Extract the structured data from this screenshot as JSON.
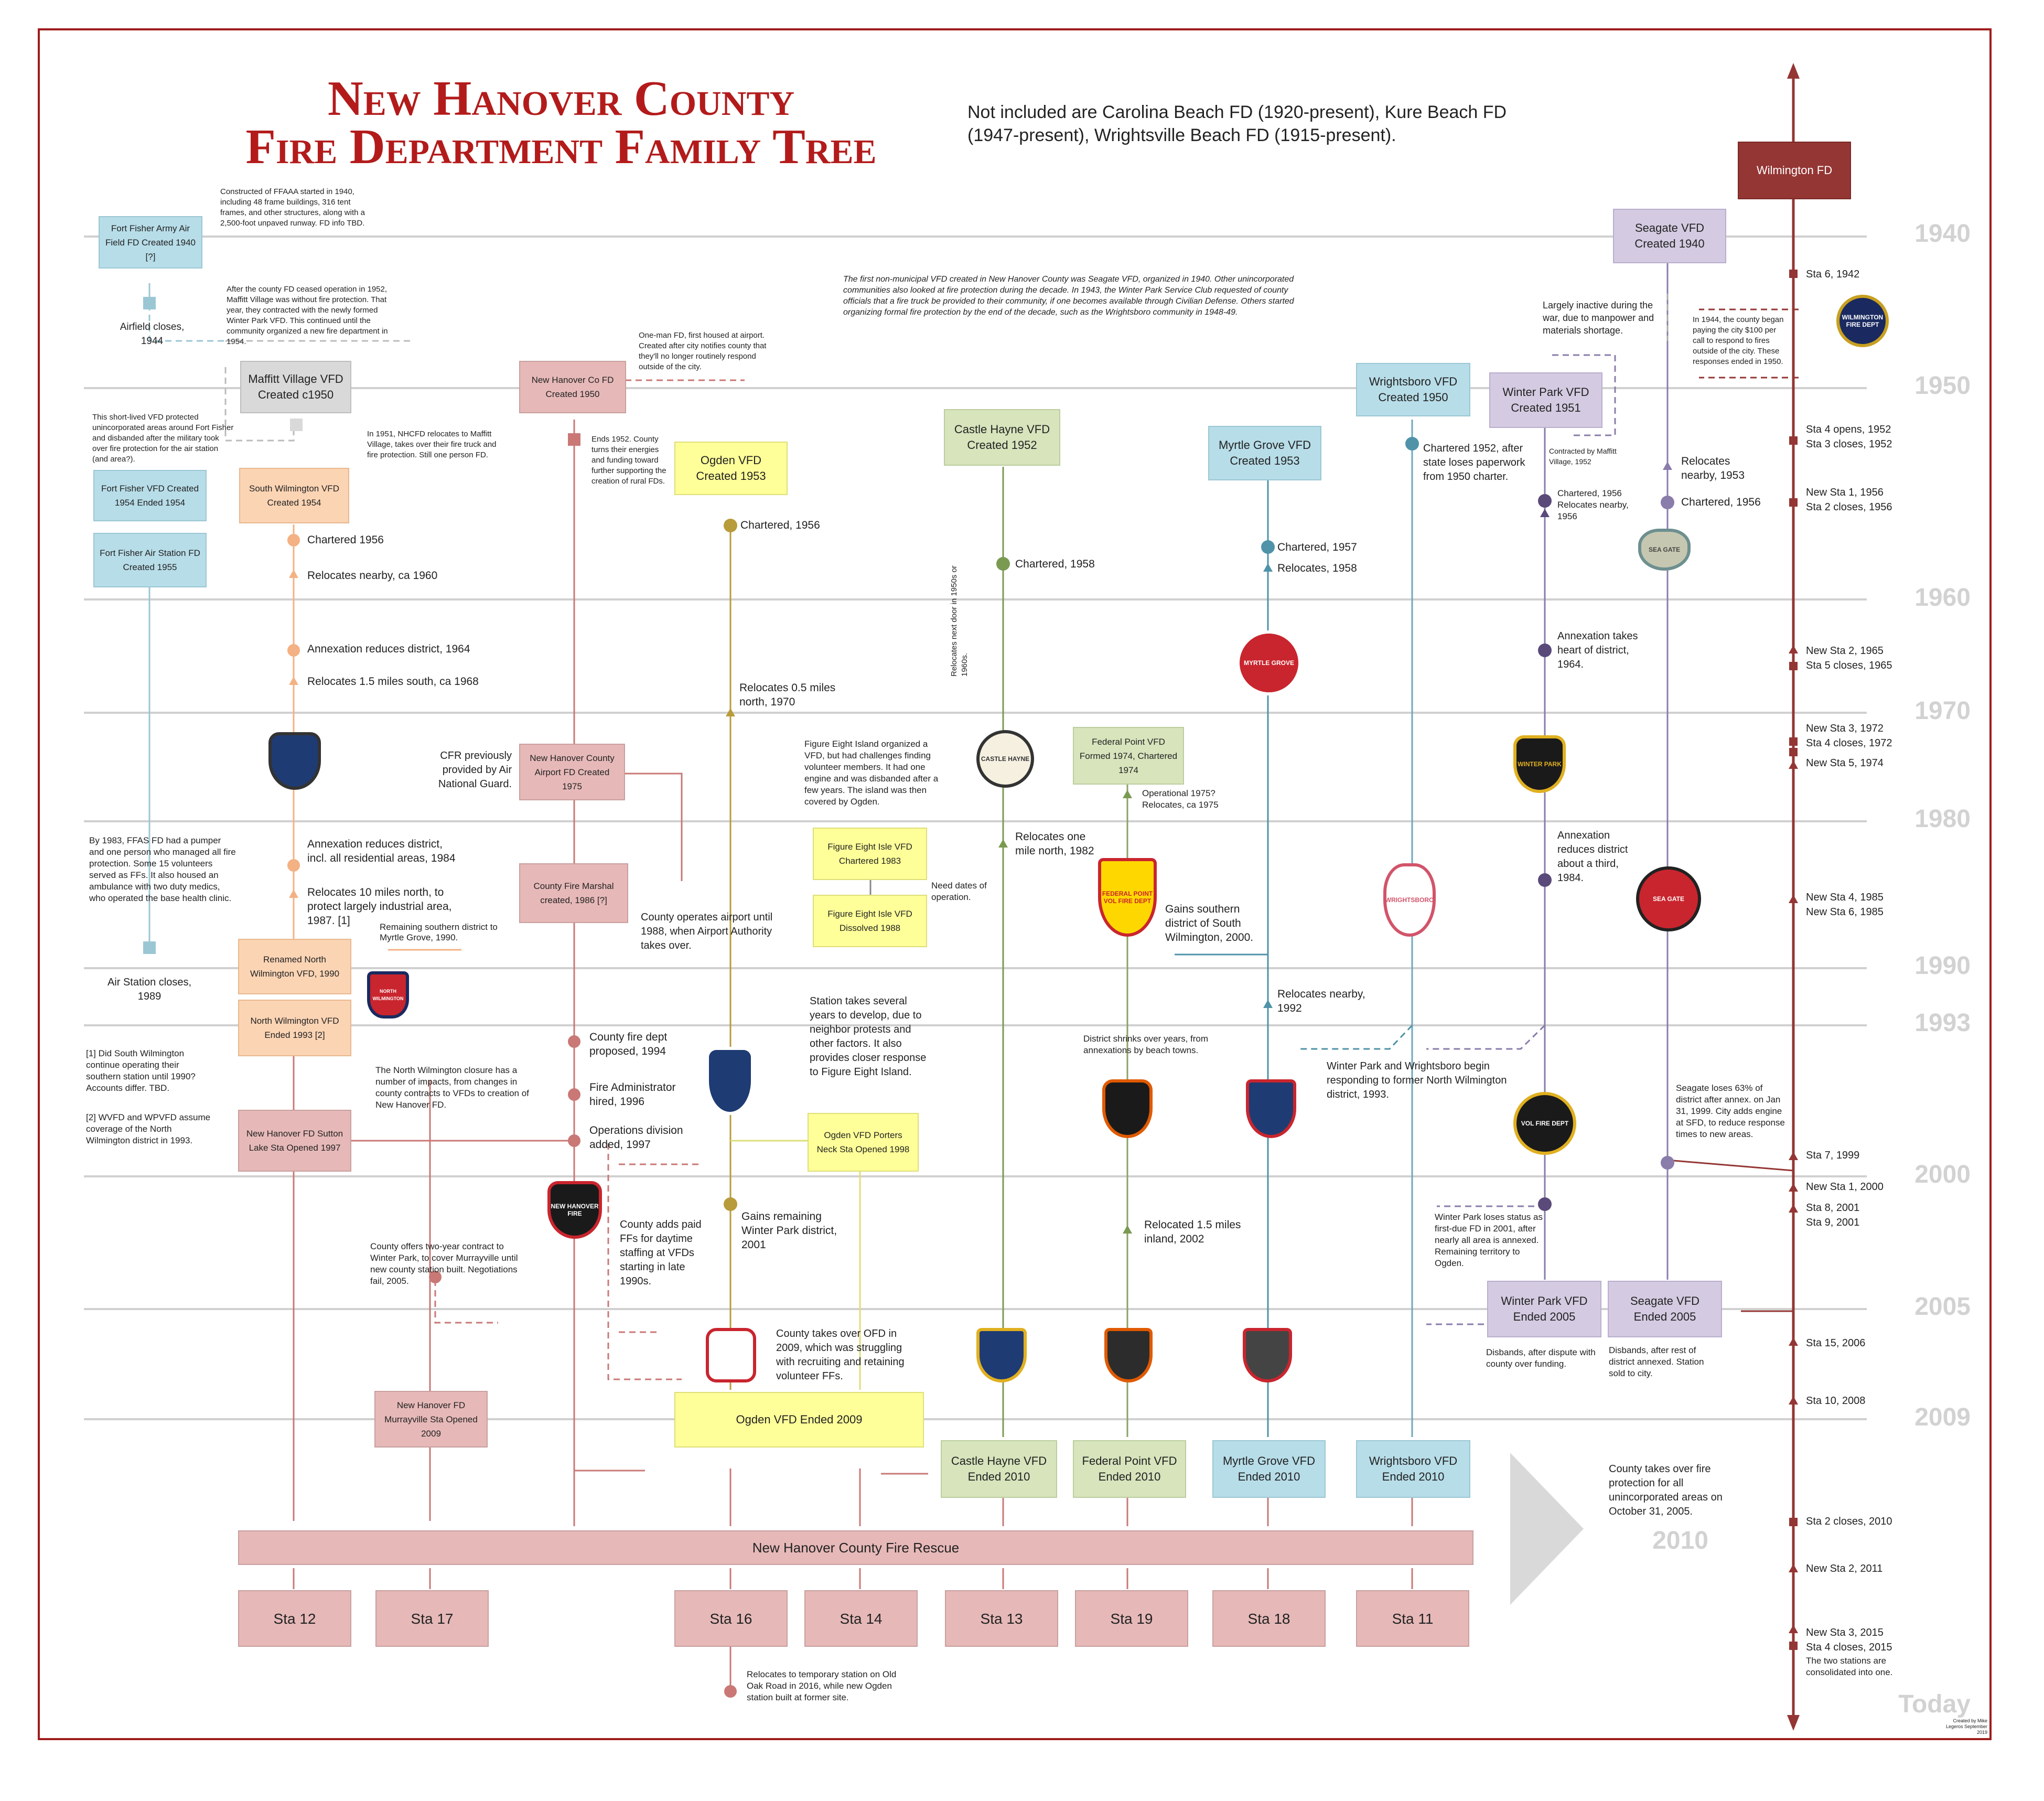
{
  "title": {
    "line1": "New Hanover County",
    "line2": "Fire Department Family Tree"
  },
  "intro_note": "Not included are Carolina Beach FD (1920-present), Kure Beach FD (1947-present), Wrightsville Beach FD (1915-present).",
  "years": [
    "1940",
    "1950",
    "1960",
    "1970",
    "1980",
    "1990",
    "1993",
    "2000",
    "2005",
    "2009",
    "2010",
    "Today"
  ],
  "colors": {
    "frame": "#a01c1c",
    "title": "#b31b1b",
    "timeline": "#943634"
  },
  "boxes": {
    "ffaaf": "Fort Fisher Army Air Field FD Created 1940 [?]",
    "maffitt": "Maffitt Village VFD Created c1950",
    "nhcfd": "New Hanover Co FD Created 1950",
    "ffvfd": "Fort Fisher VFD Created 1954 Ended 1954",
    "ffas": "Fort Fisher Air Station FD Created 1955",
    "swvfd": "South Wilmington VFD Created 1954",
    "ogden": "Ogden VFD Created 1953",
    "castle": "Castle Hayne VFD Created 1952",
    "myrtle": "Myrtle Grove VFD Created 1953",
    "wrights": "Wrightsboro VFD Created 1950",
    "winter": "Winter Park VFD Created 1951",
    "seagate": "Seagate VFD Created 1940",
    "wilmington": "Wilmington FD",
    "airport": "New Hanover County Airport FD Created 1975",
    "fedpoint": "Federal Point VFD Formed 1974, Chartered 1974",
    "fig1": "Figure Eight Isle VFD Chartered 1983",
    "fig2": "Figure Eight Isle VFD Dissolved 1988",
    "marshal": "County Fire Marshal created, 1986 [?]",
    "renamed": "Renamed North Wilmington VFD, 1990",
    "nwended": "North Wilmington VFD Ended 1993 [2]",
    "sutton": "New Hanover FD Sutton Lake Sta Opened 1997",
    "porters": "Ogden VFD Porters Neck Sta Opened 1998",
    "wpended": "Winter Park VFD Ended 2005",
    "sgended": "Seagate VFD Ended 2005",
    "murray": "New Hanover FD Murrayville Sta Opened 2009",
    "ogended": "Ogden VFD Ended 2009",
    "chended": "Castle Hayne VFD Ended 2010",
    "fpended": "Federal Point VFD Ended 2010",
    "mgended": "Myrtle Grove VFD Ended 2010",
    "wbended": "Wrightsboro VFD Ended 2010",
    "nhcfr": "New Hanover County Fire Rescue"
  },
  "stations": [
    "Sta 12",
    "Sta 17",
    "Sta 16",
    "Sta 14",
    "Sta 13",
    "Sta 19",
    "Sta 18",
    "Sta 11"
  ],
  "notes": {
    "n1": "Constructed of FFAAA started in 1940, including 48 frame buildings, 316 tent frames, and other structures, along with a 2,500-foot unpaved runway. FD info TBD.",
    "n2": "After the county FD ceased operation in 1952, Maffitt Village was without fire protection. That year, they contracted with the newly formed Winter Park VFD. This continued until the community organized a new fire department in 1954.",
    "n3": "One-man FD, first housed at airport. Created after city notifies county that they'll no longer routinely respond outside of the city.",
    "n4": "The first non-municipal VFD created in New Hanover County was Seagate VFD, organized in 1940. Other unincorporated communities also looked at fire protection during the decade. In 1943, the Winter Park Service Club requested of county officials that a fire truck be provided to their community, if one becomes available through Civilian Defense. Others started organizing formal fire protection by the end of the decade, such as the Wrightsboro community in 1948-49.",
    "n5": "Largely inactive during the war, due to manpower and materials shortage.",
    "n6": "In 1944, the county began paying the city $100 per call to respond to fires outside of the city. These responses ended in 1950.",
    "n7": "Airfield closes, 1944",
    "n8": "This short-lived VFD protected unincorporated areas around Fort Fisher and disbanded after the military took over fire protection for the air station (and area?).",
    "n9": "In 1951, NHCFD relocates to Maffitt Village, takes over their fire truck and fire protection. Still one person FD.",
    "n10": "Ends 1952. County turns their energies and funding toward further supporting the creation of rural FDs.",
    "n11": "Contracted by Maffitt Village, 1952",
    "n12": "Chartered 1952, after state loses paperwork from 1950 charter.",
    "n13": "By 1983, FFAS FD had a pumper and one person who managed all fire protection. Some 15 volunteers served as FFs. It also housed an ambulance with two duty medics, who operated the base health clinic.",
    "n14": "Air Station closes, 1989",
    "n15": "[1] Did South Wilmington continue operating their southern station until 1990? Accounts differ. TBD.",
    "n16": "[2] WVFD and WPVFD assume coverage of the North Wilmington district in 1993.",
    "n17": "The North Wilmington closure has a number of impacts, from changes in county contracts to VFDs to creation of New Hanover FD.",
    "n18": "Remaining southern district to Myrtle Grove, 1990.",
    "n19": "County offers two-year contract to Winter Park, to cover Murrayville until new county station built. Negotiations fail, 2005.",
    "n20": "CFR previously provided by Air National Guard.",
    "n21": "County operates airport until 1988, when Airport Authority takes over.",
    "n22": "Figure Eight Island organized a VFD, but had challenges finding volunteer members. It had one engine and was disbanded after a few years. The island was then covered by Ogden.",
    "n23": "Need dates of operation.",
    "n24": "Station takes several years to develop, due to neighbor protests and other factors. It also provides closer response to Figure Eight Island.",
    "n25": "County adds paid FFs for daytime staffing at VFDs starting in late 1990s.",
    "n26": "County takes over OFD in 2009, which was struggling with recruiting and retaining volunteer FFs.",
    "n27": "Relocates next door in 1950s or 1960s.",
    "n28": "District shrinks over years, from annexations by beach towns.",
    "n29": "Winter Park and Wrightsboro begin responding to former North Wilmington district, 1993.",
    "n30": "Winter Park loses status as first-due FD in 2001, after nearly all area is annexed. Remaining territory to Ogden.",
    "n31": "Seagate loses 63% of district after annex. on Jan 31, 1999. City adds engine at SFD, to reduce response times to new areas.",
    "n32": "Disbands, after dispute with county over funding.",
    "n33": "Disbands, after rest of district annexed. Station sold to city.",
    "n34": "County takes over fire protection for all unincorporated areas on October 31, 2005.",
    "n35": "Relocates to temporary station on Old Oak Road in 2016, while new Ogden station built at former site.",
    "n36": "Created by Mike Legeros September 2019"
  },
  "events": {
    "sw1": "Chartered 1956",
    "sw2": "Relocates nearby, ca 1960",
    "sw3": "Annexation reduces district, 1964",
    "sw4": "Relocates 1.5 miles south, ca 1968",
    "sw5": "Annexation reduces district, incl. all residential areas, 1984",
    "sw6": "Relocates 10 miles north, to protect largely industrial area, 1987. [1]",
    "og1": "Chartered, 1956",
    "og2": "Relocates 0.5 miles north, 1970",
    "og3": "Gains remaining Winter Park district, 2001",
    "ch1": "Chartered, 1958",
    "ch2": "Relocates one mile north, 1982",
    "fp1": "Operational 1975? Relocates, ca 1975",
    "fp2": "Gains southern district of South Wilmington, 2000.",
    "fp3": "Relocated 1.5 miles inland, 2002",
    "mg1": "Chartered, 1957",
    "mg2": "Relocates, 1958",
    "mg3": "Relocates nearby, 1992",
    "wp1": "Chartered, 1956 Relocates nearby, 1956",
    "wp2": "Annexation takes heart of district, 1964.",
    "wp3": "Annexation reduces district about a third, 1984.",
    "sg1": "Relocates nearby, 1953",
    "sg2": "Chartered, 1956",
    "nh1": "County fire dept proposed, 1994",
    "nh2": "Fire Administrator hired, 1996",
    "nh3": "Operations division added, 1997"
  },
  "wilmington_events": [
    "Sta 6, 1942",
    "Sta 4 opens, 1952",
    "Sta 3 closes, 1952",
    "New Sta 1, 1956",
    "Sta 2 closes, 1956",
    "New Sta 2, 1965",
    "Sta 5 closes, 1965",
    "New Sta 3, 1972",
    "Sta 4 closes, 1972",
    "New Sta 5, 1974",
    "New Sta 4, 1985",
    "New Sta 6, 1985",
    "Sta 7, 1999",
    "New Sta 1, 2000",
    "Sta 8, 2001",
    "Sta 9, 2001",
    "Sta 15, 2006",
    "Sta 10, 2008",
    "Sta 2 closes, 2010",
    "New Sta 2, 2011",
    "New Sta 3, 2015",
    "Sta 4 closes, 2015",
    "The two stations are consolidated into one."
  ],
  "patches": {
    "sw": "icon-patch",
    "ch": "CASTLE HAYNE",
    "mg": "MYRTLE GROVE",
    "wp": "WINTER PARK",
    "wpb": "VOL FIRE DEPT",
    "sg": "SEA GATE",
    "fp": "FEDERAL POINT VOL FIRE DEPT",
    "nw": "NORTH WILMINGTON",
    "wb": "WRIGHTSBORO",
    "nh": "NEW HANOVER FIRE",
    "wil": "WILMINGTON FIRE DEPT"
  }
}
